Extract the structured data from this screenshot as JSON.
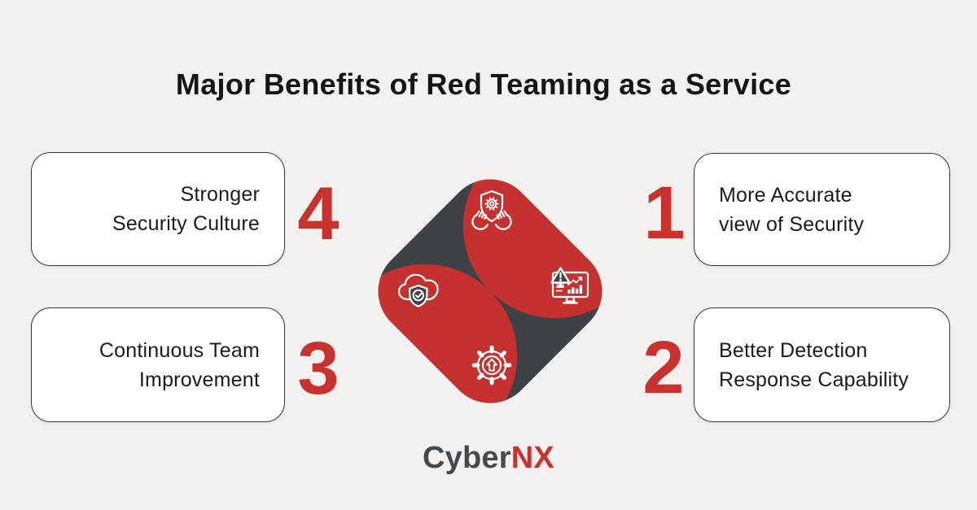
{
  "title": "Major Benefits of Red Teaming as a Service",
  "colors": {
    "background": "#f2f1f0",
    "petal_red": "#c5312e",
    "petal_dark": "#3e4247",
    "number_red": "#c8322e",
    "card_background": "#ffffff",
    "card_border": "#33373c",
    "card_text": "#1a1b1d",
    "title_text": "#141517",
    "logo_gray": "#45484c",
    "logo_red": "#c8312e",
    "icon_stroke": "#ffffff"
  },
  "benefits": [
    {
      "number": "1",
      "line1": "More Accurate",
      "line2": "view of Security",
      "position": "top-right"
    },
    {
      "number": "2",
      "line1": "Better Detection",
      "line2": "Response Capability",
      "position": "bottom-right"
    },
    {
      "number": "3",
      "line1": "Continuous Team",
      "line2": "Improvement",
      "position": "bottom-left"
    },
    {
      "number": "4",
      "line1": "Stronger",
      "line2": "Security Culture",
      "position": "top-left"
    }
  ],
  "diamond": {
    "segments": [
      {
        "position": "top",
        "color": "#c5312e",
        "icon": "hands-holding-shield-gear"
      },
      {
        "position": "right",
        "color": "#3e4247",
        "icon": "monitor-alert-chart"
      },
      {
        "position": "bottom",
        "color": "#c5312e",
        "icon": "gear-up-arrow"
      },
      {
        "position": "left",
        "color": "#3e4247",
        "icon": "cloud-shield-check"
      }
    ]
  },
  "logo": {
    "part1": "Cyber",
    "part2": "NX"
  }
}
